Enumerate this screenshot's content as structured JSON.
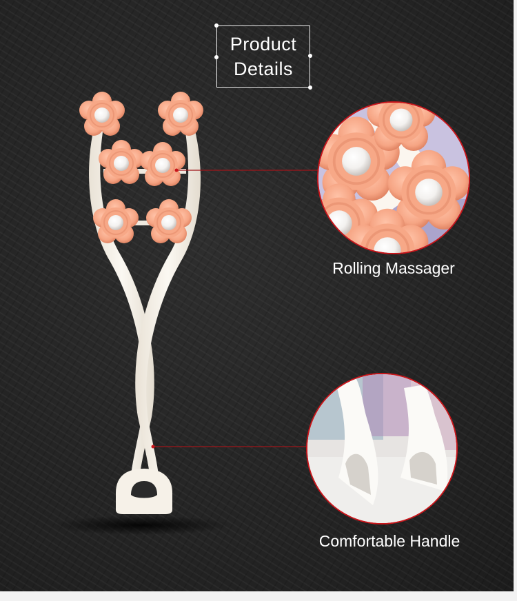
{
  "title": {
    "line1": "Product",
    "line2": "Details"
  },
  "callouts": [
    {
      "label": "Rolling Massager"
    },
    {
      "label": "Comfortable Handle"
    }
  ],
  "colors": {
    "background": "#262626",
    "roller_pink": "#f5a98a",
    "handle_cream": "#f4efe6",
    "ring_red": "#c9161b",
    "leader_line": "#a0151a"
  }
}
